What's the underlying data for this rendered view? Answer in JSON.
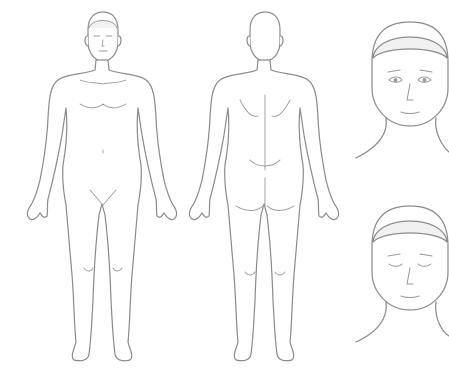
{
  "figures": [
    {
      "id": "body-front",
      "view": "front",
      "subject": "full-body"
    },
    {
      "id": "body-back",
      "view": "back",
      "subject": "full-body"
    },
    {
      "id": "face-eyes-open",
      "view": "front",
      "subject": "head",
      "eyes": "open"
    },
    {
      "id": "face-eyes-closed",
      "view": "front",
      "subject": "head",
      "eyes": "closed"
    }
  ],
  "colors": {
    "background": "#ffffff",
    "outline": "#8a8a8a",
    "fill": "#ffffff",
    "hair": "#f1f1f1",
    "detail": "#9a9a9a"
  }
}
